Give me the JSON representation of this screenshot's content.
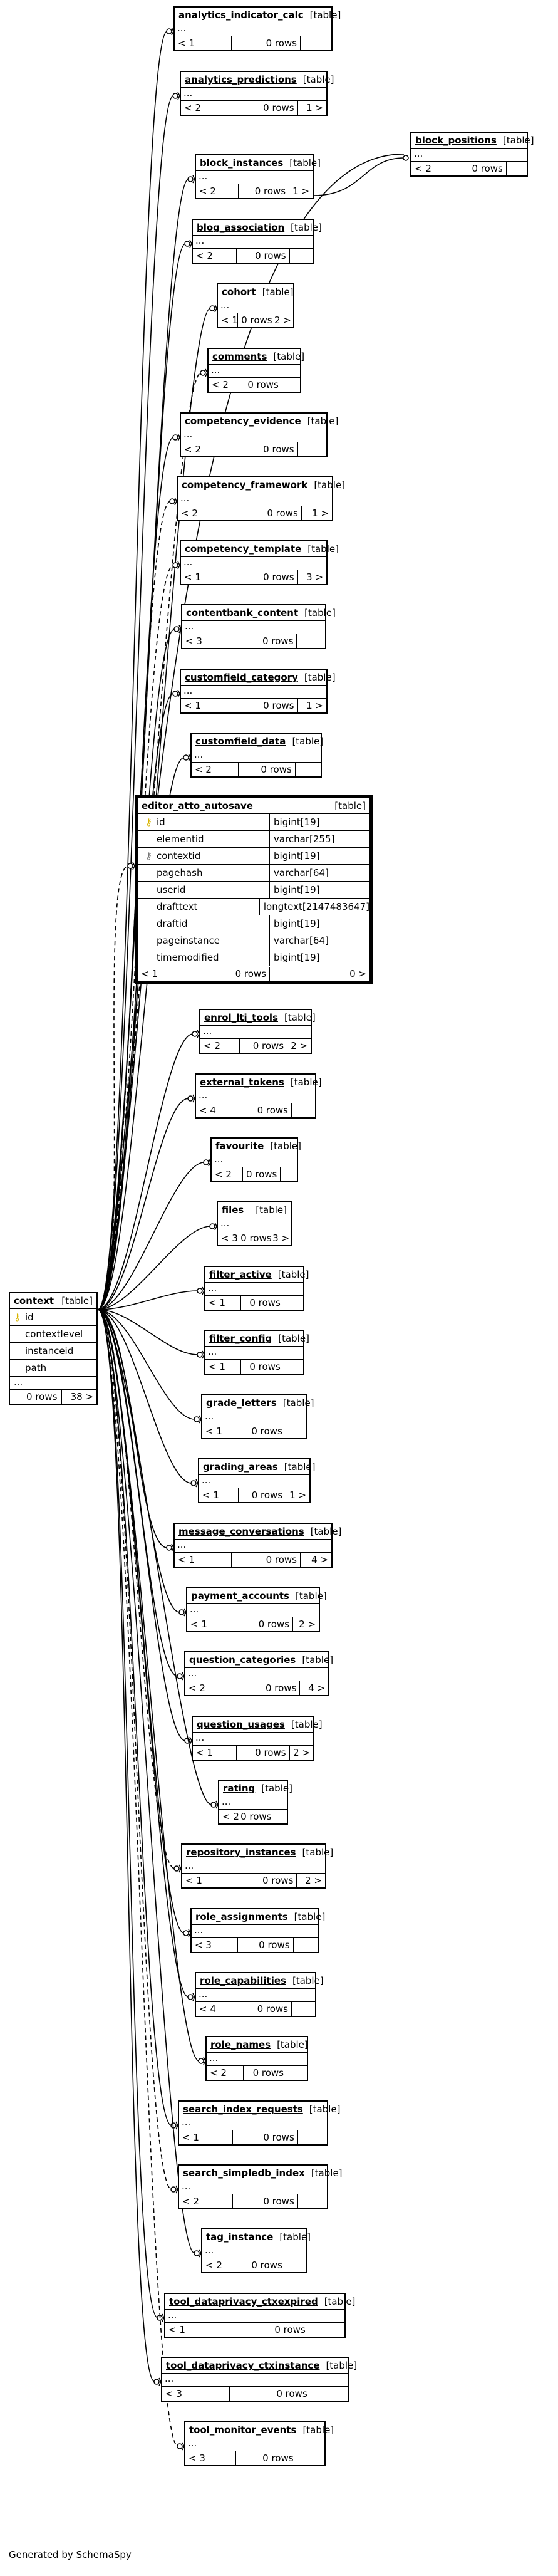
{
  "context": {
    "name": "context",
    "type": "[table]",
    "columns": [
      "id",
      "contextlevel",
      "instanceid",
      "path"
    ],
    "more": "...",
    "rows": "0 rows",
    "children": "38 >"
  },
  "block_positions": {
    "name": "block_positions",
    "type": "[table]",
    "more": "...",
    "parents": "< 2",
    "rows": "0 rows",
    "children": ""
  },
  "main": {
    "name": "editor_atto_autosave",
    "type": "[table]",
    "columns": [
      {
        "name": "id",
        "type": "bigint[19]"
      },
      {
        "name": "elementid",
        "type": "varchar[255]"
      },
      {
        "name": "contextid",
        "type": "bigint[19]"
      },
      {
        "name": "pagehash",
        "type": "varchar[64]"
      },
      {
        "name": "userid",
        "type": "bigint[19]"
      },
      {
        "name": "drafttext",
        "type": "longtext[2147483647]"
      },
      {
        "name": "draftid",
        "type": "bigint[19]"
      },
      {
        "name": "pageinstance",
        "type": "varchar[64]"
      },
      {
        "name": "timemodified",
        "type": "bigint[19]"
      }
    ],
    "parents": "< 1",
    "rows": "0 rows",
    "children": "0 >"
  },
  "tables": [
    {
      "name": "analytics_indicator_calc",
      "type": "[table]",
      "more": "...",
      "parents": "< 1",
      "rows": "0 rows",
      "children": ""
    },
    {
      "name": "analytics_predictions",
      "type": "[table]",
      "more": "...",
      "parents": "< 2",
      "rows": "0 rows",
      "children": "1 >"
    },
    {
      "name": "block_instances",
      "type": "[table]",
      "more": "...",
      "parents": "< 2",
      "rows": "0 rows",
      "children": "1 >"
    },
    {
      "name": "blog_association",
      "type": "[table]",
      "more": "...",
      "parents": "< 2",
      "rows": "0 rows",
      "children": ""
    },
    {
      "name": "cohort",
      "type": "[table]",
      "more": "...",
      "parents": "< 1",
      "rows": "0 rows",
      "children": "2 >"
    },
    {
      "name": "comments",
      "type": "[table]",
      "more": "...",
      "parents": "< 2",
      "rows": "0 rows",
      "children": ""
    },
    {
      "name": "competency_evidence",
      "type": "[table]",
      "more": "...",
      "parents": "< 2",
      "rows": "0 rows",
      "children": ""
    },
    {
      "name": "competency_framework",
      "type": "[table]",
      "more": "...",
      "parents": "< 2",
      "rows": "0 rows",
      "children": "1 >"
    },
    {
      "name": "competency_template",
      "type": "[table]",
      "more": "...",
      "parents": "< 1",
      "rows": "0 rows",
      "children": "3 >"
    },
    {
      "name": "contentbank_content",
      "type": "[table]",
      "more": "...",
      "parents": "< 3",
      "rows": "0 rows",
      "children": ""
    },
    {
      "name": "customfield_category",
      "type": "[table]",
      "more": "...",
      "parents": "< 1",
      "rows": "0 rows",
      "children": "1 >"
    },
    {
      "name": "customfield_data",
      "type": "[table]",
      "more": "...",
      "parents": "< 2",
      "rows": "0 rows",
      "children": ""
    },
    {
      "name": "enrol_lti_tools",
      "type": "[table]",
      "more": "...",
      "parents": "< 2",
      "rows": "0 rows",
      "children": "2 >"
    },
    {
      "name": "external_tokens",
      "type": "[table]",
      "more": "...",
      "parents": "< 4",
      "rows": "0 rows",
      "children": ""
    },
    {
      "name": "favourite",
      "type": "[table]",
      "more": "...",
      "parents": "< 2",
      "rows": "0 rows",
      "children": ""
    },
    {
      "name": "files",
      "type": "[table]",
      "more": "...",
      "parents": "< 3",
      "rows": "0 rows",
      "children": "3 >"
    },
    {
      "name": "filter_active",
      "type": "[table]",
      "more": "...",
      "parents": "< 1",
      "rows": "0 rows",
      "children": ""
    },
    {
      "name": "filter_config",
      "type": "[table]",
      "more": "...",
      "parents": "< 1",
      "rows": "0 rows",
      "children": ""
    },
    {
      "name": "grade_letters",
      "type": "[table]",
      "more": "...",
      "parents": "< 1",
      "rows": "0 rows",
      "children": ""
    },
    {
      "name": "grading_areas",
      "type": "[table]",
      "more": "...",
      "parents": "< 1",
      "rows": "0 rows",
      "children": "1 >"
    },
    {
      "name": "message_conversations",
      "type": "[table]",
      "more": "...",
      "parents": "< 1",
      "rows": "0 rows",
      "children": "4 >"
    },
    {
      "name": "payment_accounts",
      "type": "[table]",
      "more": "...",
      "parents": "< 1",
      "rows": "0 rows",
      "children": "2 >"
    },
    {
      "name": "question_categories",
      "type": "[table]",
      "more": "...",
      "parents": "< 2",
      "rows": "0 rows",
      "children": "4 >"
    },
    {
      "name": "question_usages",
      "type": "[table]",
      "more": "...",
      "parents": "< 1",
      "rows": "0 rows",
      "children": "2 >"
    },
    {
      "name": "rating",
      "type": "[table]",
      "more": "...",
      "parents": "< 2",
      "rows": "0 rows",
      "children": ""
    },
    {
      "name": "repository_instances",
      "type": "[table]",
      "more": "...",
      "parents": "< 1",
      "rows": "0 rows",
      "children": "2 >"
    },
    {
      "name": "role_assignments",
      "type": "[table]",
      "more": "...",
      "parents": "< 3",
      "rows": "0 rows",
      "children": ""
    },
    {
      "name": "role_capabilities",
      "type": "[table]",
      "more": "...",
      "parents": "< 4",
      "rows": "0 rows",
      "children": ""
    },
    {
      "name": "role_names",
      "type": "[table]",
      "more": "...",
      "parents": "< 2",
      "rows": "0 rows",
      "children": ""
    },
    {
      "name": "search_index_requests",
      "type": "[table]",
      "more": "...",
      "parents": "< 1",
      "rows": "0 rows",
      "children": ""
    },
    {
      "name": "search_simpledb_index",
      "type": "[table]",
      "more": "...",
      "parents": "< 2",
      "rows": "0 rows",
      "children": ""
    },
    {
      "name": "tag_instance",
      "type": "[table]",
      "more": "...",
      "parents": "< 2",
      "rows": "0 rows",
      "children": ""
    },
    {
      "name": "tool_dataprivacy_ctxexpired",
      "type": "[table]",
      "more": "...",
      "parents": "< 1",
      "rows": "0 rows",
      "children": ""
    },
    {
      "name": "tool_dataprivacy_ctxinstance",
      "type": "[table]",
      "more": "...",
      "parents": "< 3",
      "rows": "0 rows",
      "children": ""
    },
    {
      "name": "tool_monitor_events",
      "type": "[table]",
      "more": "...",
      "parents": "< 3",
      "rows": "0 rows",
      "children": ""
    }
  ],
  "footer": "Generated by SchemaSpy"
}
